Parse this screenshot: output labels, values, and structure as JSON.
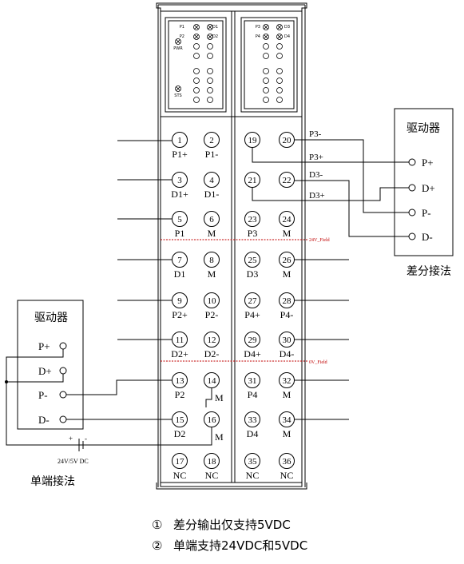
{
  "module": {
    "led_left": [
      "P1",
      "D1",
      "P2",
      "D2"
    ],
    "led_right": [
      "P3",
      "D3",
      "P4",
      "D4"
    ],
    "pwr_label": "PWR",
    "sts_label": "STS",
    "divider_24v": "24V_Field",
    "divider_0v": "0V_Field"
  },
  "terminals": [
    {
      "num": "1",
      "label": "P1+"
    },
    {
      "num": "2",
      "label": "P1-"
    },
    {
      "num": "3",
      "label": "D1+"
    },
    {
      "num": "4",
      "label": "D1-"
    },
    {
      "num": "5",
      "label": "P1"
    },
    {
      "num": "6",
      "label": "M"
    },
    {
      "num": "7",
      "label": "D1"
    },
    {
      "num": "8",
      "label": "M"
    },
    {
      "num": "9",
      "label": "P2+"
    },
    {
      "num": "10",
      "label": "P2-"
    },
    {
      "num": "11",
      "label": "D2+"
    },
    {
      "num": "12",
      "label": "D2-"
    },
    {
      "num": "13",
      "label": "P2"
    },
    {
      "num": "14",
      "label": "M"
    },
    {
      "num": "15",
      "label": "D2"
    },
    {
      "num": "16",
      "label": "M"
    },
    {
      "num": "17",
      "label": "NC"
    },
    {
      "num": "18",
      "label": "NC"
    },
    {
      "num": "19",
      "label": ""
    },
    {
      "num": "20",
      "label": ""
    },
    {
      "num": "21",
      "label": ""
    },
    {
      "num": "22",
      "label": ""
    },
    {
      "num": "23",
      "label": "P3"
    },
    {
      "num": "24",
      "label": "M"
    },
    {
      "num": "25",
      "label": "D3"
    },
    {
      "num": "26",
      "label": "M"
    },
    {
      "num": "27",
      "label": "P4+"
    },
    {
      "num": "28",
      "label": "P4-"
    },
    {
      "num": "29",
      "label": "D4+"
    },
    {
      "num": "30",
      "label": "D4-"
    },
    {
      "num": "31",
      "label": "P4"
    },
    {
      "num": "32",
      "label": "M"
    },
    {
      "num": "33",
      "label": "D4"
    },
    {
      "num": "34",
      "label": "M"
    },
    {
      "num": "35",
      "label": "NC"
    },
    {
      "num": "36",
      "label": "NC"
    }
  ],
  "wire_labels": {
    "p3_minus": "P3-",
    "p3_plus": "P3+",
    "d3_minus": "D3-",
    "d3_plus": "D3+"
  },
  "driver_right": {
    "title": "驱动器",
    "ports": [
      "P+",
      "D+",
      "P-",
      "D-"
    ],
    "caption": "差分接法"
  },
  "driver_left": {
    "title": "驱动器",
    "ports": [
      "P+",
      "D+",
      "P-",
      "D-"
    ],
    "caption": "单端接法"
  },
  "power": {
    "plus": "+",
    "minus": "-",
    "label": "24V/5V DC"
  },
  "notes": [
    {
      "mark": "①",
      "text": "差分输出仅支持5VDC"
    },
    {
      "mark": "②",
      "text": "单端支持24VDC和5VDC"
    }
  ]
}
